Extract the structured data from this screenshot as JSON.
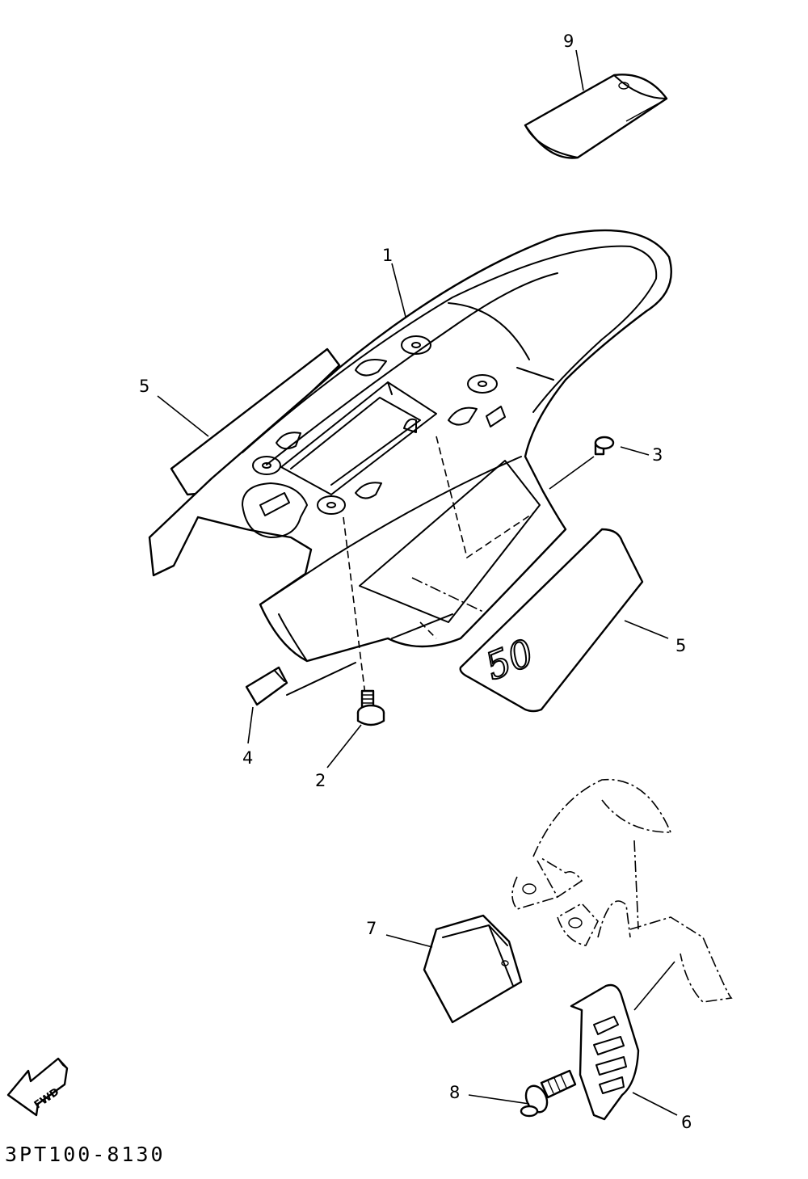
{
  "diagram_code": "3PT100-8130",
  "fwd_label": "FWD",
  "decal_text": "50",
  "callouts": {
    "c1": "1",
    "c2": "2",
    "c3": "3",
    "c4": "4",
    "c5_left": "5",
    "c5_right": "5",
    "c6": "6",
    "c7": "7",
    "c8": "8",
    "c9": "9"
  }
}
